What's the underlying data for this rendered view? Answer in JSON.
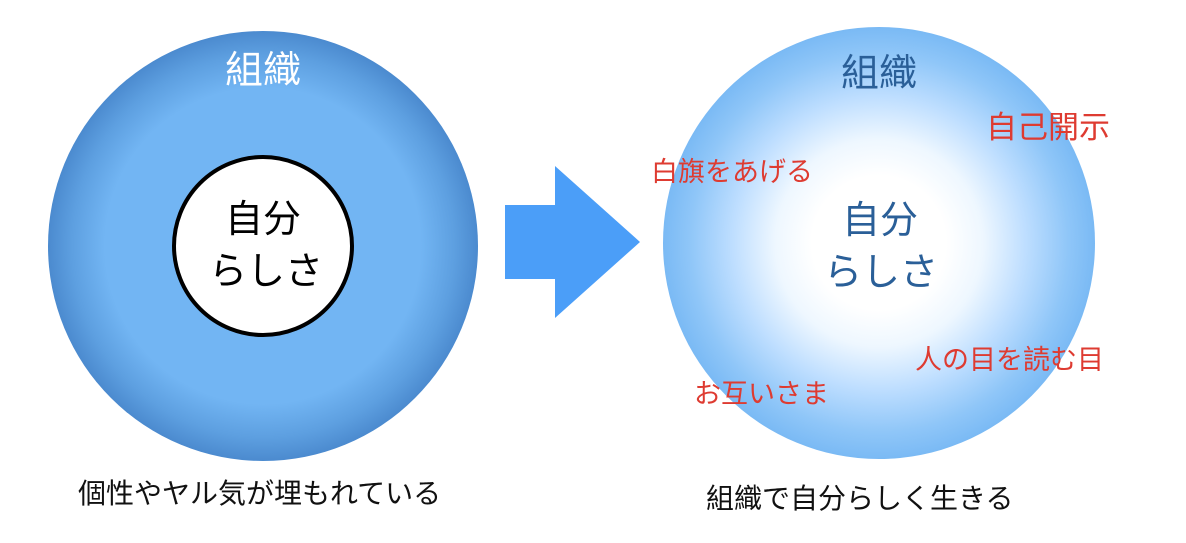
{
  "left_diagram": {
    "outer_label": "組織",
    "inner_label_line1": "自分",
    "inner_label_line2": "らしさ",
    "caption": "個性やヤル気が埋もれている"
  },
  "transition": {
    "arrow_icon": "right-arrow-icon"
  },
  "right_diagram": {
    "outer_label": "組織",
    "inner_label_line1": "自分",
    "inner_label_line2": "らしさ",
    "annotations": [
      "自己開示",
      "白旗をあげる",
      "人の目を読む目",
      "お互いさま"
    ],
    "caption": "組織で自分らしく生きる"
  },
  "colors": {
    "left_outer_dark": "#2f6db1",
    "left_outer_mid": "#72b5f3",
    "arrow": "#4b9ef8",
    "right_text": "#2a5f98",
    "annotation_red": "#de3b31"
  }
}
